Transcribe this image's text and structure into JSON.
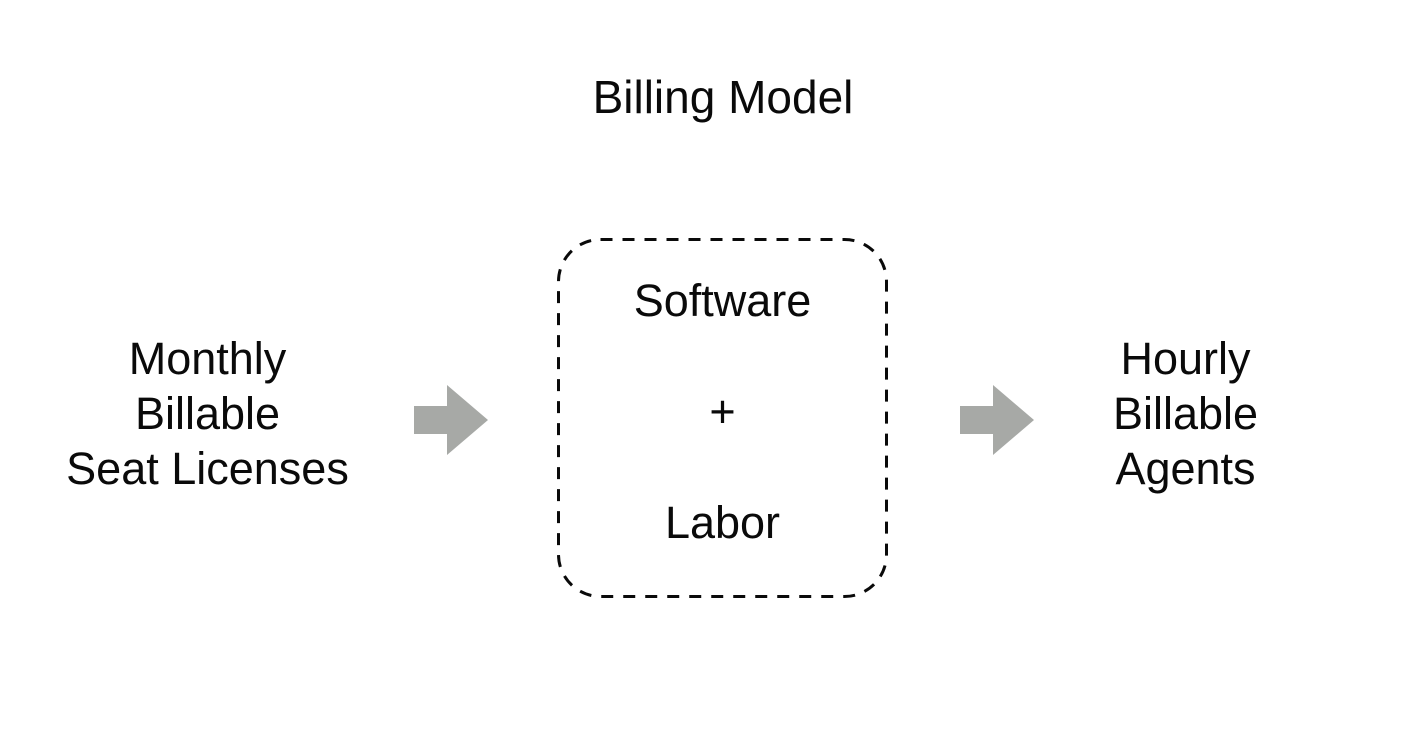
{
  "diagram": {
    "title": "Billing Model",
    "left_label": {
      "lines": [
        "Monthly",
        "Billable",
        "Seat Licenses"
      ]
    },
    "center_box": {
      "lines": [
        "Software",
        "+",
        "Labor"
      ]
    },
    "right_label": {
      "lines": [
        "Hourly",
        "Billable",
        "Agents"
      ]
    },
    "colors": {
      "arrow": "#a7a9a6",
      "text": "#0a0a0a",
      "border": "#0a0a0a",
      "background": "#ffffff"
    }
  }
}
